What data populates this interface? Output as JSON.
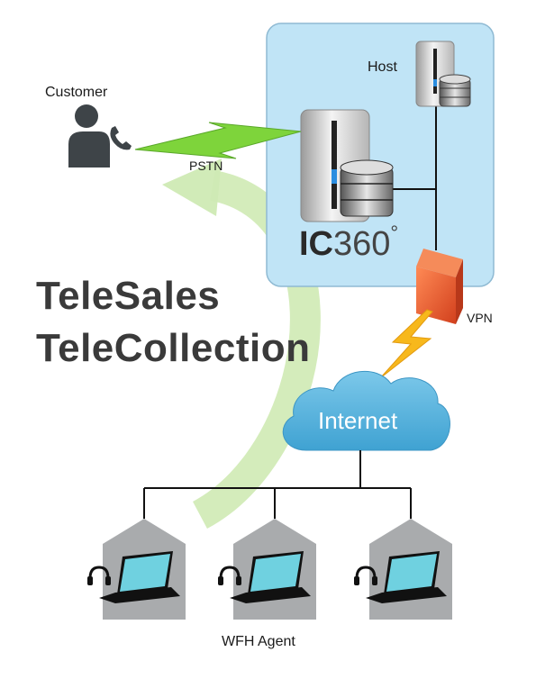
{
  "labels": {
    "customer": "Customer",
    "pstn": "PSTN",
    "host": "Host",
    "vpn": "VPN",
    "internet": "Internet",
    "wfh_agent": "WFH Agent"
  },
  "logo": {
    "ic": "IC",
    "number": "360",
    "degree": "°"
  },
  "headline": {
    "line1": "TeleSales",
    "line2": "TeleCollection"
  },
  "colors": {
    "datacenter_fill": "#bfe3f5",
    "datacenter_border": "#8cb6cf",
    "cloud": "#5bb6df",
    "firewall": "#e8552a",
    "bolt": "#f5b51a",
    "pstn_bolt": "#7bd33a",
    "arrow": "#c7e6a8",
    "house": "#a9abad",
    "laptop_screen": "#6fd1e0"
  },
  "icons": [
    "person-icon",
    "phone-icon",
    "server-icon",
    "database-icon",
    "firewall-icon",
    "lightning-icon",
    "cloud-icon",
    "laptop-icon",
    "headset-icon",
    "house-icon"
  ]
}
